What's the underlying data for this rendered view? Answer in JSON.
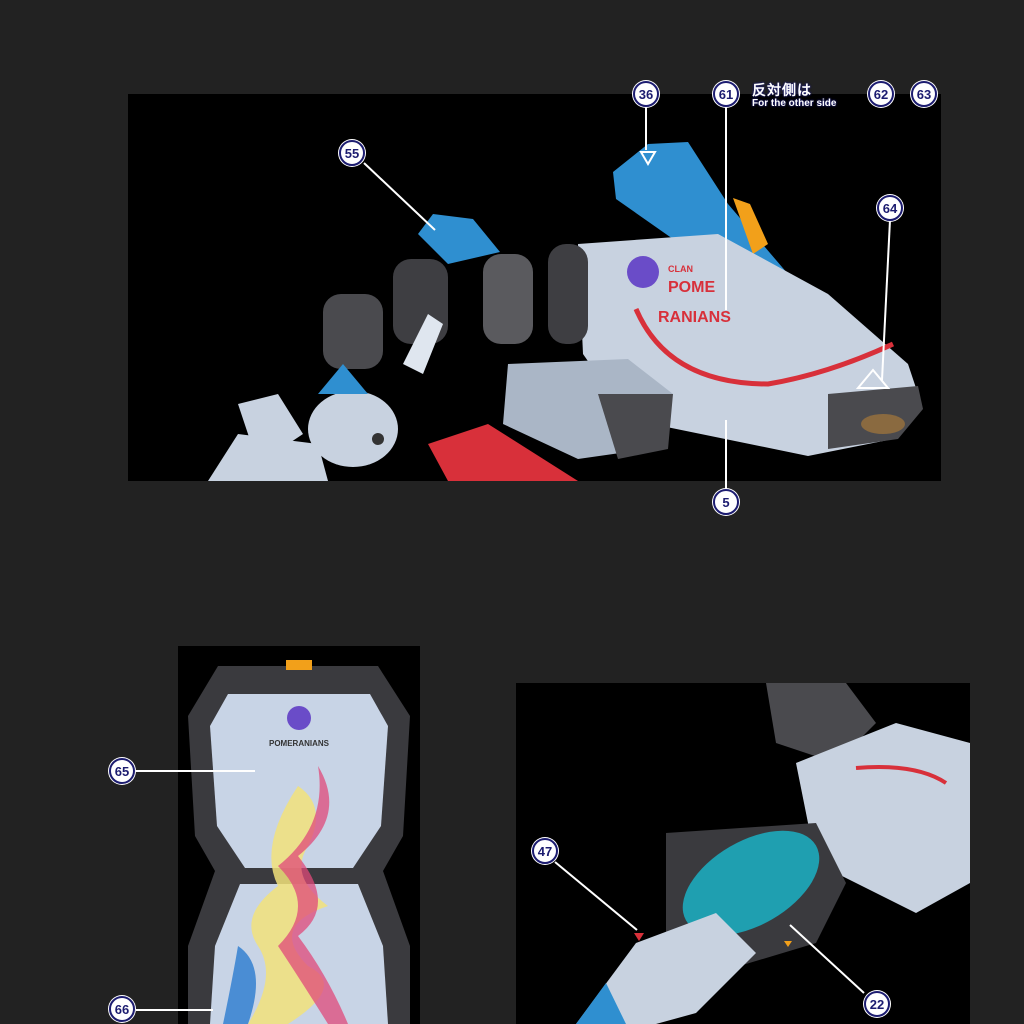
{
  "callouts": {
    "m36": "36",
    "m61": "61",
    "m62": "62",
    "m63": "63",
    "m55": "55",
    "m64": "64",
    "m5": "5",
    "m65": "65",
    "m66": "66",
    "m47": "47",
    "m22": "22"
  },
  "note": {
    "jp": "反対側は",
    "en": "For the other side"
  },
  "decals": {
    "clan": "CLAN",
    "pome": "POME",
    "ranians": "RANIANS",
    "shield_label": "POMERANIANS"
  },
  "colors": {
    "background": "#222222",
    "panel": "#000000",
    "marker_border": "#1c1c70",
    "armor_white": "#c8d2e0",
    "armor_blue": "#2f8fd0",
    "accent_red": "#d8303a",
    "joint_grey": "#4a4a4e",
    "logo_purple": "#6a4cc8",
    "thruster_orange": "#f2a01a",
    "blade_teal": "#1f9fb0"
  }
}
